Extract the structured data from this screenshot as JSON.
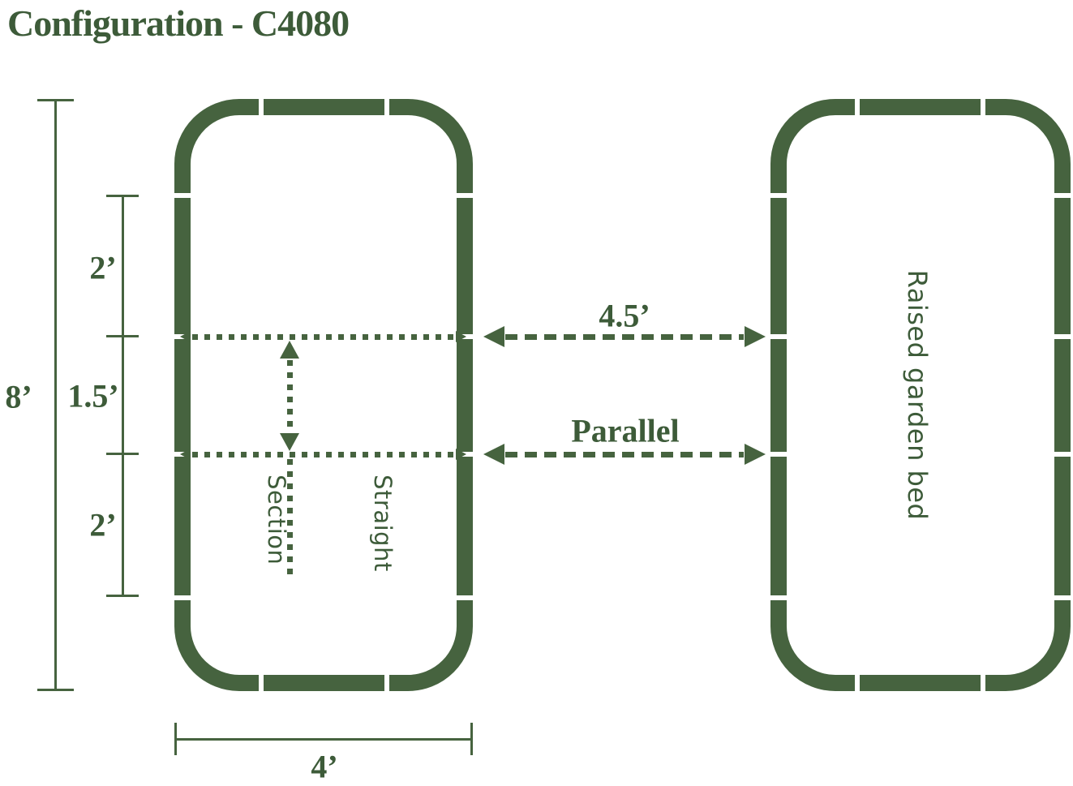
{
  "title": "Configuration - C4080",
  "colors": {
    "diagram_green": "#46633F",
    "text_green": "#3D5B39",
    "background": "#FFFFFF"
  },
  "dimensions": {
    "overall_height": "8’",
    "section_top": "2’",
    "section_middle": "1.5’",
    "section_bottom": "2’",
    "bed_width": "4’",
    "bed_spacing": "4.5’",
    "alignment": "Parallel"
  },
  "annotations": {
    "straight_section": {
      "line1": "Straight",
      "line2": "Section"
    },
    "right_bed_label": "Raised garden bed"
  }
}
